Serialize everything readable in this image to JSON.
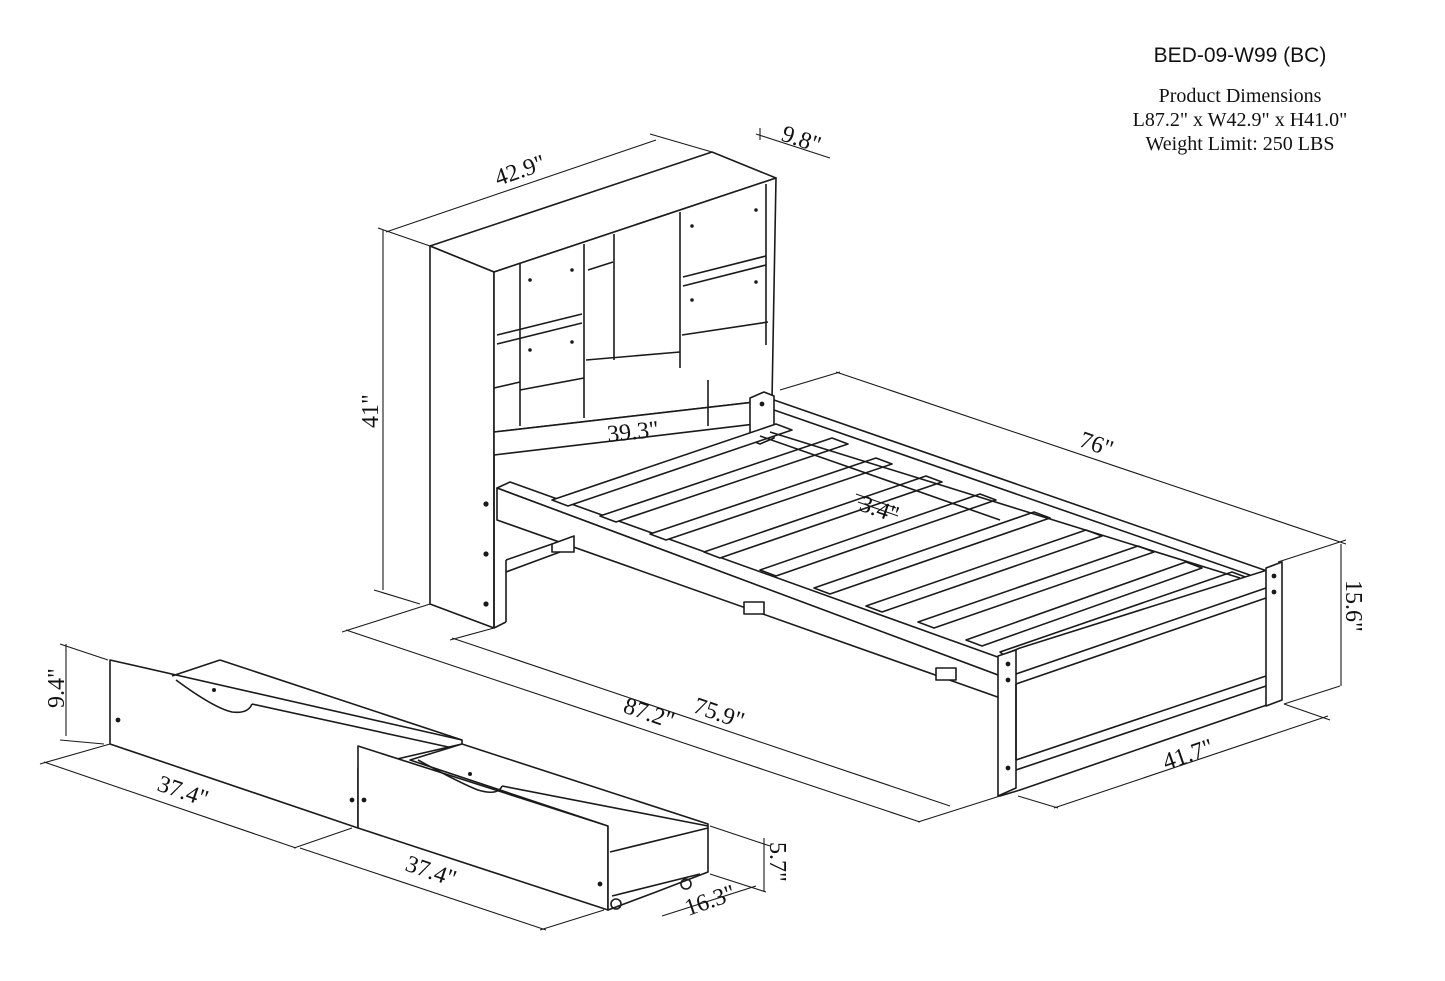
{
  "header": {
    "model": "BED-09-W99 (BC)",
    "title": "Product Dimensions",
    "dimensions": "L87.2\" x W42.9\" x H41.0\"",
    "weight_limit": "Weight Limit: 250 LBS"
  },
  "dimensions": {
    "headboard_width": "42.9\"",
    "headboard_depth": "9.8\"",
    "headboard_height": "41\"",
    "inner_width": "39.3\"",
    "frame_length": "76\"",
    "slat_gap": "3.4\"",
    "overall_length": "87.2\"",
    "inner_length": "75.9\"",
    "footboard_height": "15.6\"",
    "footboard_width": "41.7\"",
    "drawer_height": "9.4\"",
    "drawer_length_left": "37.4\"",
    "drawer_length_right": "37.4\"",
    "drawer_depth": "16.3\"",
    "drawer_clearance": "5.7\""
  }
}
